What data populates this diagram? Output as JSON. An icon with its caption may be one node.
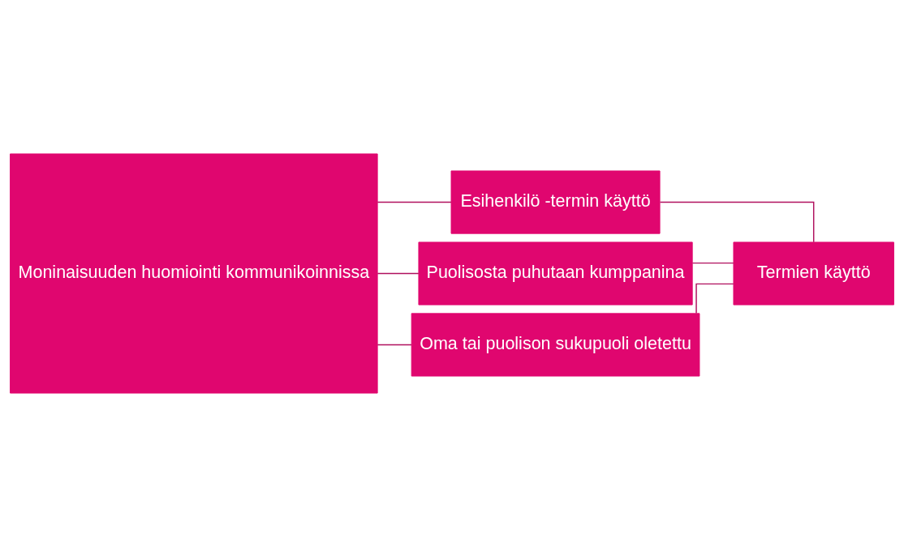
{
  "diagram": {
    "nodes": [
      {
        "text": [
          "Moninaisuuden huomiointi kommunikoinnissa"
        ]
      },
      {
        "text": [
          "Esihenkilö -termin käyttö"
        ]
      },
      {
        "text": [
          "Puolisosta puhutaan kumppanina"
        ]
      },
      {
        "text": [
          "Oma tai puolison sukupuoli oletettu"
        ]
      },
      {
        "text": [
          "Termien käyttö"
        ]
      }
    ],
    "edges": [
      {
        "from": 0,
        "to": 1,
        "arrow": "none"
      },
      {
        "from": 0,
        "to": 2,
        "arrow": "none"
      },
      {
        "from": 0,
        "to": 3,
        "arrow": "none"
      },
      {
        "from": 1,
        "to": 4,
        "arrow": "none"
      },
      {
        "from": 2,
        "to": 4,
        "arrow": "none"
      },
      {
        "from": 3,
        "to": 4,
        "arrow": "none"
      }
    ]
  }
}
